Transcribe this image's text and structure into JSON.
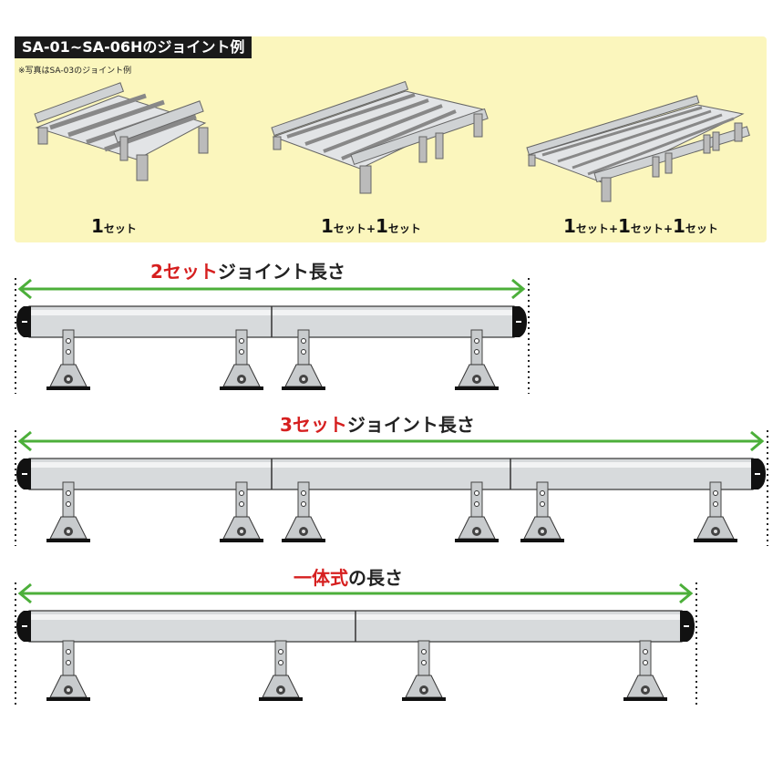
{
  "header": {
    "tag": "SA-01~SA-06Hのジョイント例",
    "note": "※写真はSA-03のジョイント例"
  },
  "photos": {
    "set1": "1",
    "set1_unit": "セット",
    "set2a": "1",
    "set2b": "1",
    "set3a": "1",
    "set3b": "1",
    "set3c": "1",
    "unit": "セット",
    "plus": "+"
  },
  "diagrams": {
    "two": {
      "red": "2セット",
      "rest": "ジョイント長さ",
      "segments": 2
    },
    "three": {
      "red": "3セット",
      "rest": "ジョイント長さ",
      "segments": 3
    },
    "one": {
      "red": "一体式",
      "rest": "の長さ",
      "segments": 2
    }
  },
  "colors": {
    "panel": "#fbf6bd",
    "arrow": "#4caf3a",
    "accent": "#d61f1f",
    "bar": "#d7dadc"
  }
}
